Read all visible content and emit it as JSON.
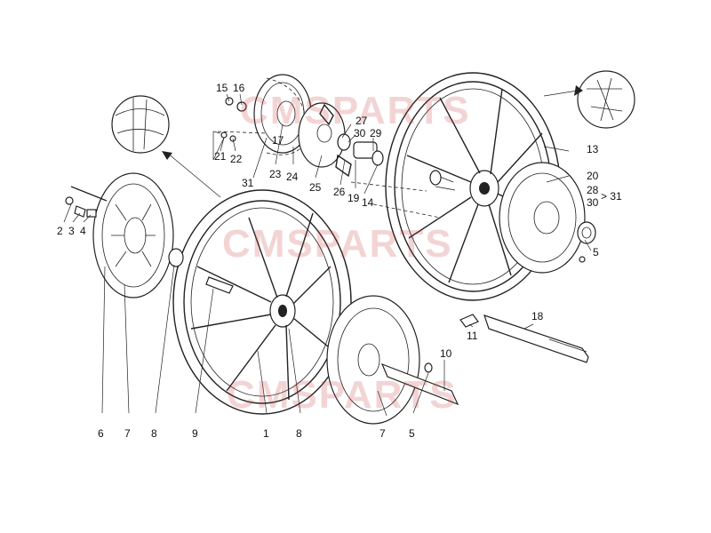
{
  "watermark": {
    "text": "CMSPARTS",
    "color": "#c83c3c"
  },
  "labels": {
    "l1": "1",
    "l2": "2",
    "l3": "3",
    "l4": "4",
    "l5a": "5",
    "l5b": "5",
    "l6": "6",
    "l7a": "7",
    "l7b": "7",
    "l8a": "8",
    "l8b": "8",
    "l9": "9",
    "l10": "10",
    "l11": "11",
    "l13": "13",
    "l14": "14",
    "l15": "15",
    "l16": "16",
    "l17": "17",
    "l18": "18",
    "l19": "19",
    "l20": "20",
    "l21": "21",
    "l22": "22",
    "l23": "23",
    "l24": "24",
    "l25": "25",
    "l26": "26",
    "l27": "27",
    "l28": "28",
    "l29": "29",
    "l30a": "30",
    "l30b": "30",
    "l31a": "31",
    "l31b": "31"
  },
  "group_bracket": "> 31"
}
